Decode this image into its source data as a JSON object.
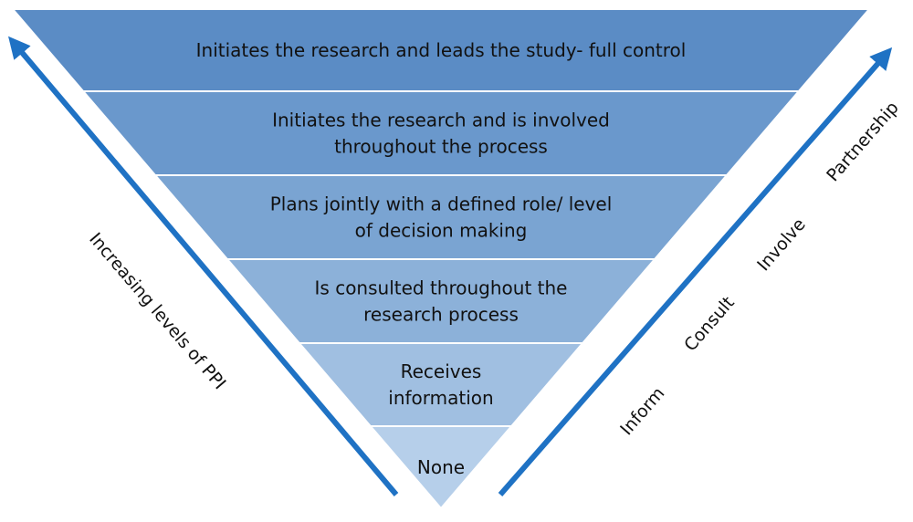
{
  "levels": [
    {
      "lines": [
        "Initiates the research and leads the study- full control"
      ],
      "fill": "#5b8cc5"
    },
    {
      "lines": [
        "Initiates the research and is involved",
        "throughout the process"
      ],
      "fill": "#6a98cc"
    },
    {
      "lines": [
        "Plans jointly with a defined role/ level",
        "of decision making"
      ],
      "fill": "#7aa4d2"
    },
    {
      "lines": [
        "Is consulted throughout the",
        "research process"
      ],
      "fill": "#8cb1d9"
    },
    {
      "lines": [
        "Receives",
        "information"
      ],
      "fill": "#a0bfe1"
    },
    {
      "lines": [
        "None"
      ],
      "fill": "#b6cfea"
    }
  ],
  "left_axis": {
    "label": "Increasing levels of PPI"
  },
  "right_axis": {
    "labels": [
      "Inform",
      "Consult",
      "Involve",
      "Partnership"
    ]
  },
  "colors": {
    "arrow": "#1f72c4",
    "divider": "#ffffff",
    "text": "#111111"
  }
}
